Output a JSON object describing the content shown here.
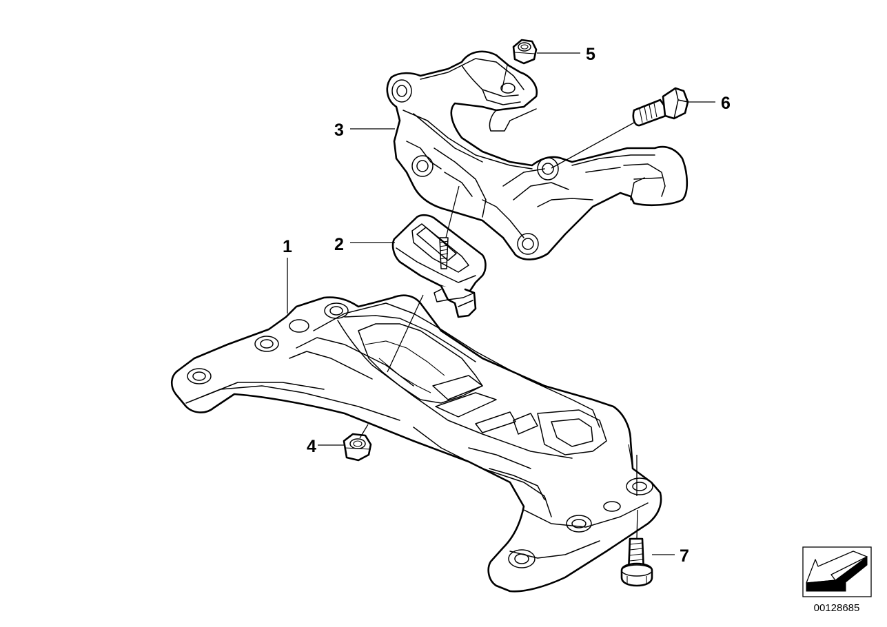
{
  "callouts": [
    {
      "number": "1",
      "part": "frame"
    },
    {
      "number": "2",
      "part": "rubber-mount"
    },
    {
      "number": "3",
      "part": "bracket"
    },
    {
      "number": "4",
      "part": "nut"
    },
    {
      "number": "5",
      "part": "nut"
    },
    {
      "number": "6",
      "part": "bolt"
    },
    {
      "number": "7",
      "part": "bolt"
    }
  ],
  "document_number": "00128685",
  "colors": {
    "line": "#000000",
    "background": "#ffffff"
  },
  "icons": {
    "orientation": "direction-arrow-icon"
  }
}
